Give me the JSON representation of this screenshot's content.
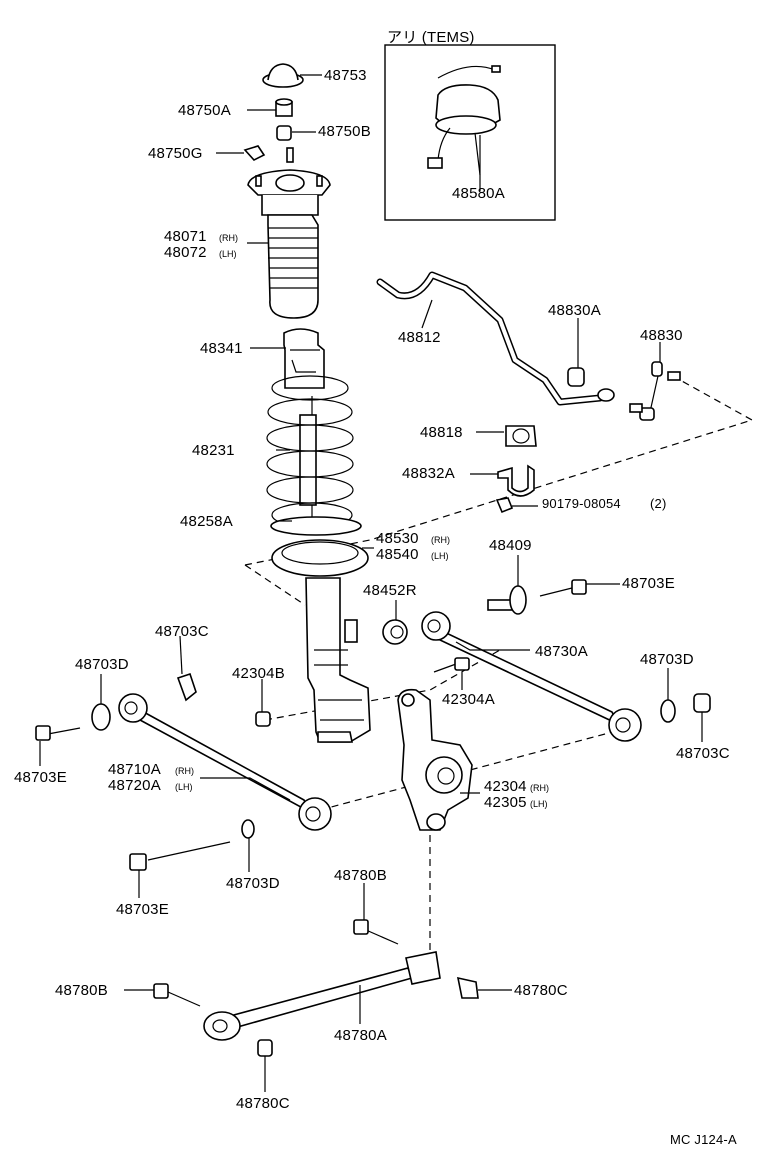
{
  "inset": {
    "title": "アリ (TEMS)"
  },
  "parts": {
    "p48753": "48753",
    "p48750A": "48750A",
    "p48750B": "48750B",
    "p48750G": "48750G",
    "p48071": "48071",
    "p48072": "48072",
    "p48341": "48341",
    "p48231": "48231",
    "p48258A": "48258A",
    "p48530": "48530",
    "p48540": "48540",
    "p48580A": "48580A",
    "p48812": "48812",
    "p48830A": "48830A",
    "p48830": "48830",
    "p48818": "48818",
    "p48832A": "48832A",
    "p90179": "90179-08054",
    "p90179_qty": "(2)",
    "p48409": "48409",
    "p48703E_a": "48703E",
    "p48452R": "48452R",
    "p48730A": "48730A",
    "p48703C_a": "48703C",
    "p48703D_a": "48703D",
    "p42304B": "42304B",
    "p42304A": "42304A",
    "p48703D_b": "48703D",
    "p48703E_b": "48703E",
    "p48703C_b": "48703C",
    "p48710A": "48710A",
    "p48720A": "48720A",
    "p42304": "42304",
    "p42305": "42305",
    "p48703D_c": "48703D",
    "p48703E_c": "48703E",
    "p48780B_a": "48780B",
    "p48780B_b": "48780B",
    "p48780C_a": "48780C",
    "p48780A": "48780A",
    "p48780C_b": "48780C"
  },
  "sides": {
    "rh": "(RH)",
    "lh": "(LH)"
  },
  "footer": {
    "code": "MC J124-A"
  }
}
